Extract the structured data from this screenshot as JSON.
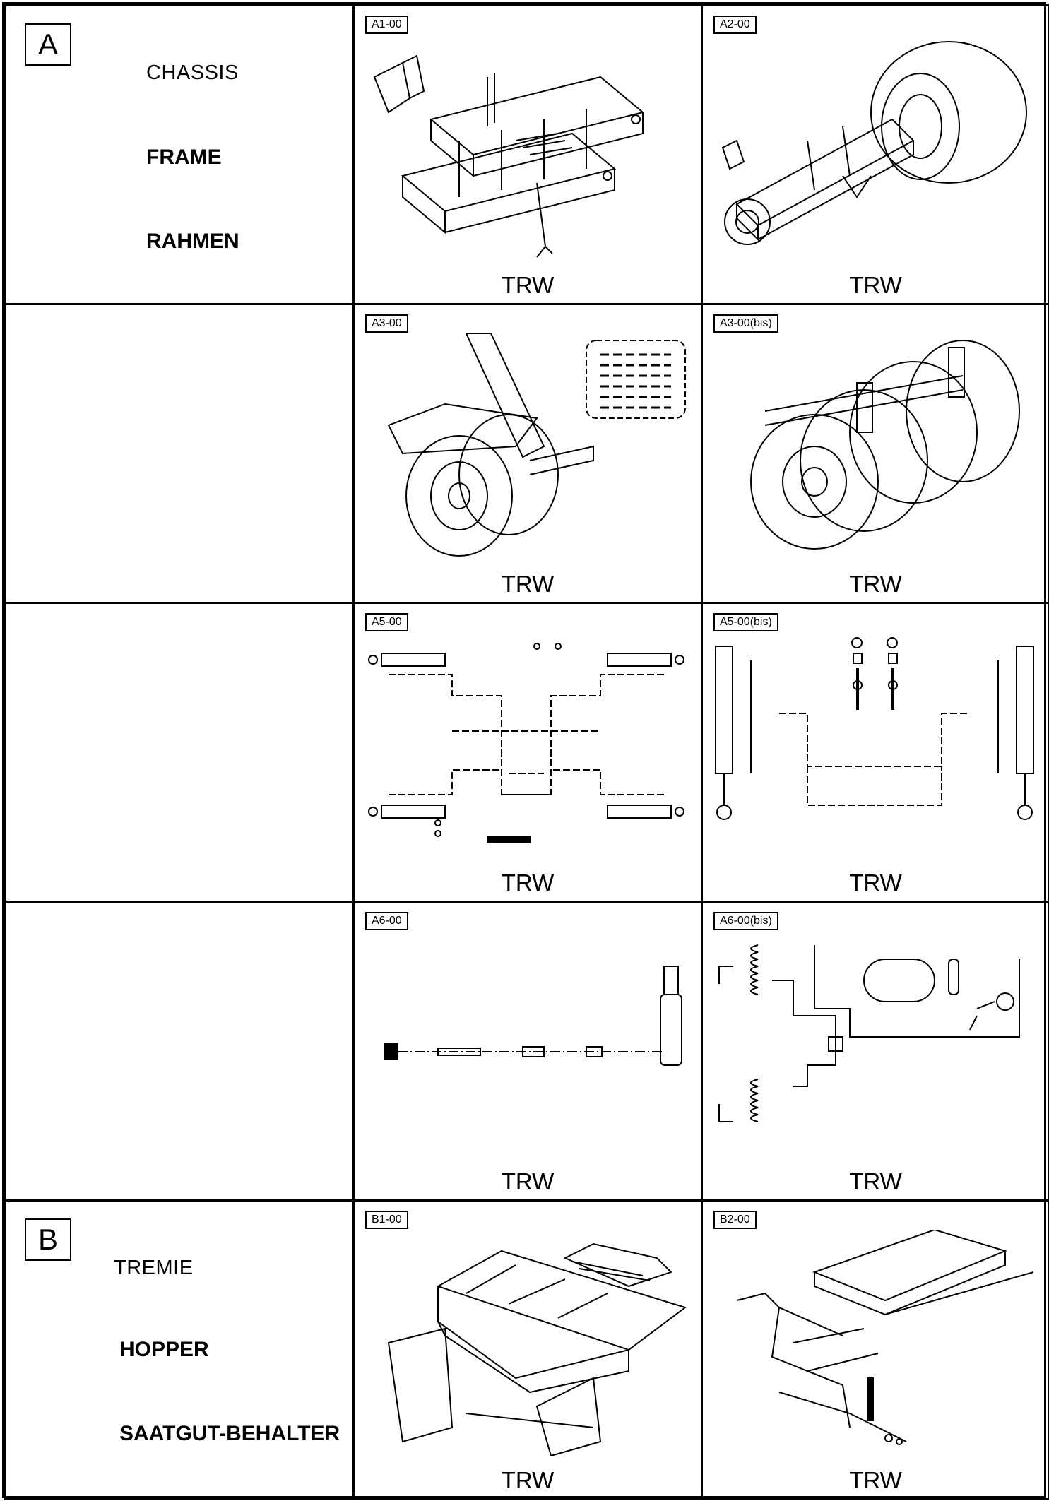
{
  "sections": [
    {
      "letter": "A",
      "title_fr": "CHASSIS",
      "title_en": "FRAME",
      "title_de": "RAHMEN"
    },
    {
      "letter": "B",
      "title_fr": "TREMIE",
      "title_en": "HOPPER",
      "title_de": "SAATGUT-BEHALTER"
    }
  ],
  "cells": [
    {
      "code": "A1-00",
      "brand": "TRW",
      "icon": "frame-chassis-icon"
    },
    {
      "code": "A2-00",
      "brand": "TRW",
      "icon": "axle-wheel-icon"
    },
    {
      "code": "A3-00",
      "brand": "TRW",
      "icon": "wheel-arm-assembly-icon"
    },
    {
      "code": "A3-00(bis)",
      "brand": "TRW",
      "icon": "dual-wheel-assembly-icon"
    },
    {
      "code": "A5-00",
      "brand": "TRW",
      "icon": "hydraulic-circuit-icon"
    },
    {
      "code": "A5-00(bis)",
      "brand": "TRW",
      "icon": "hydraulic-cylinder-circuit-icon"
    },
    {
      "code": "A6-00",
      "brand": "TRW",
      "icon": "cable-connector-icon"
    },
    {
      "code": "A6-00(bis)",
      "brand": "TRW",
      "icon": "pneumatic-brake-circuit-icon"
    },
    {
      "code": "B1-00",
      "brand": "TRW",
      "icon": "hopper-box-icon"
    },
    {
      "code": "B2-00",
      "brand": "TRW",
      "icon": "hopper-linkage-icon"
    }
  ]
}
